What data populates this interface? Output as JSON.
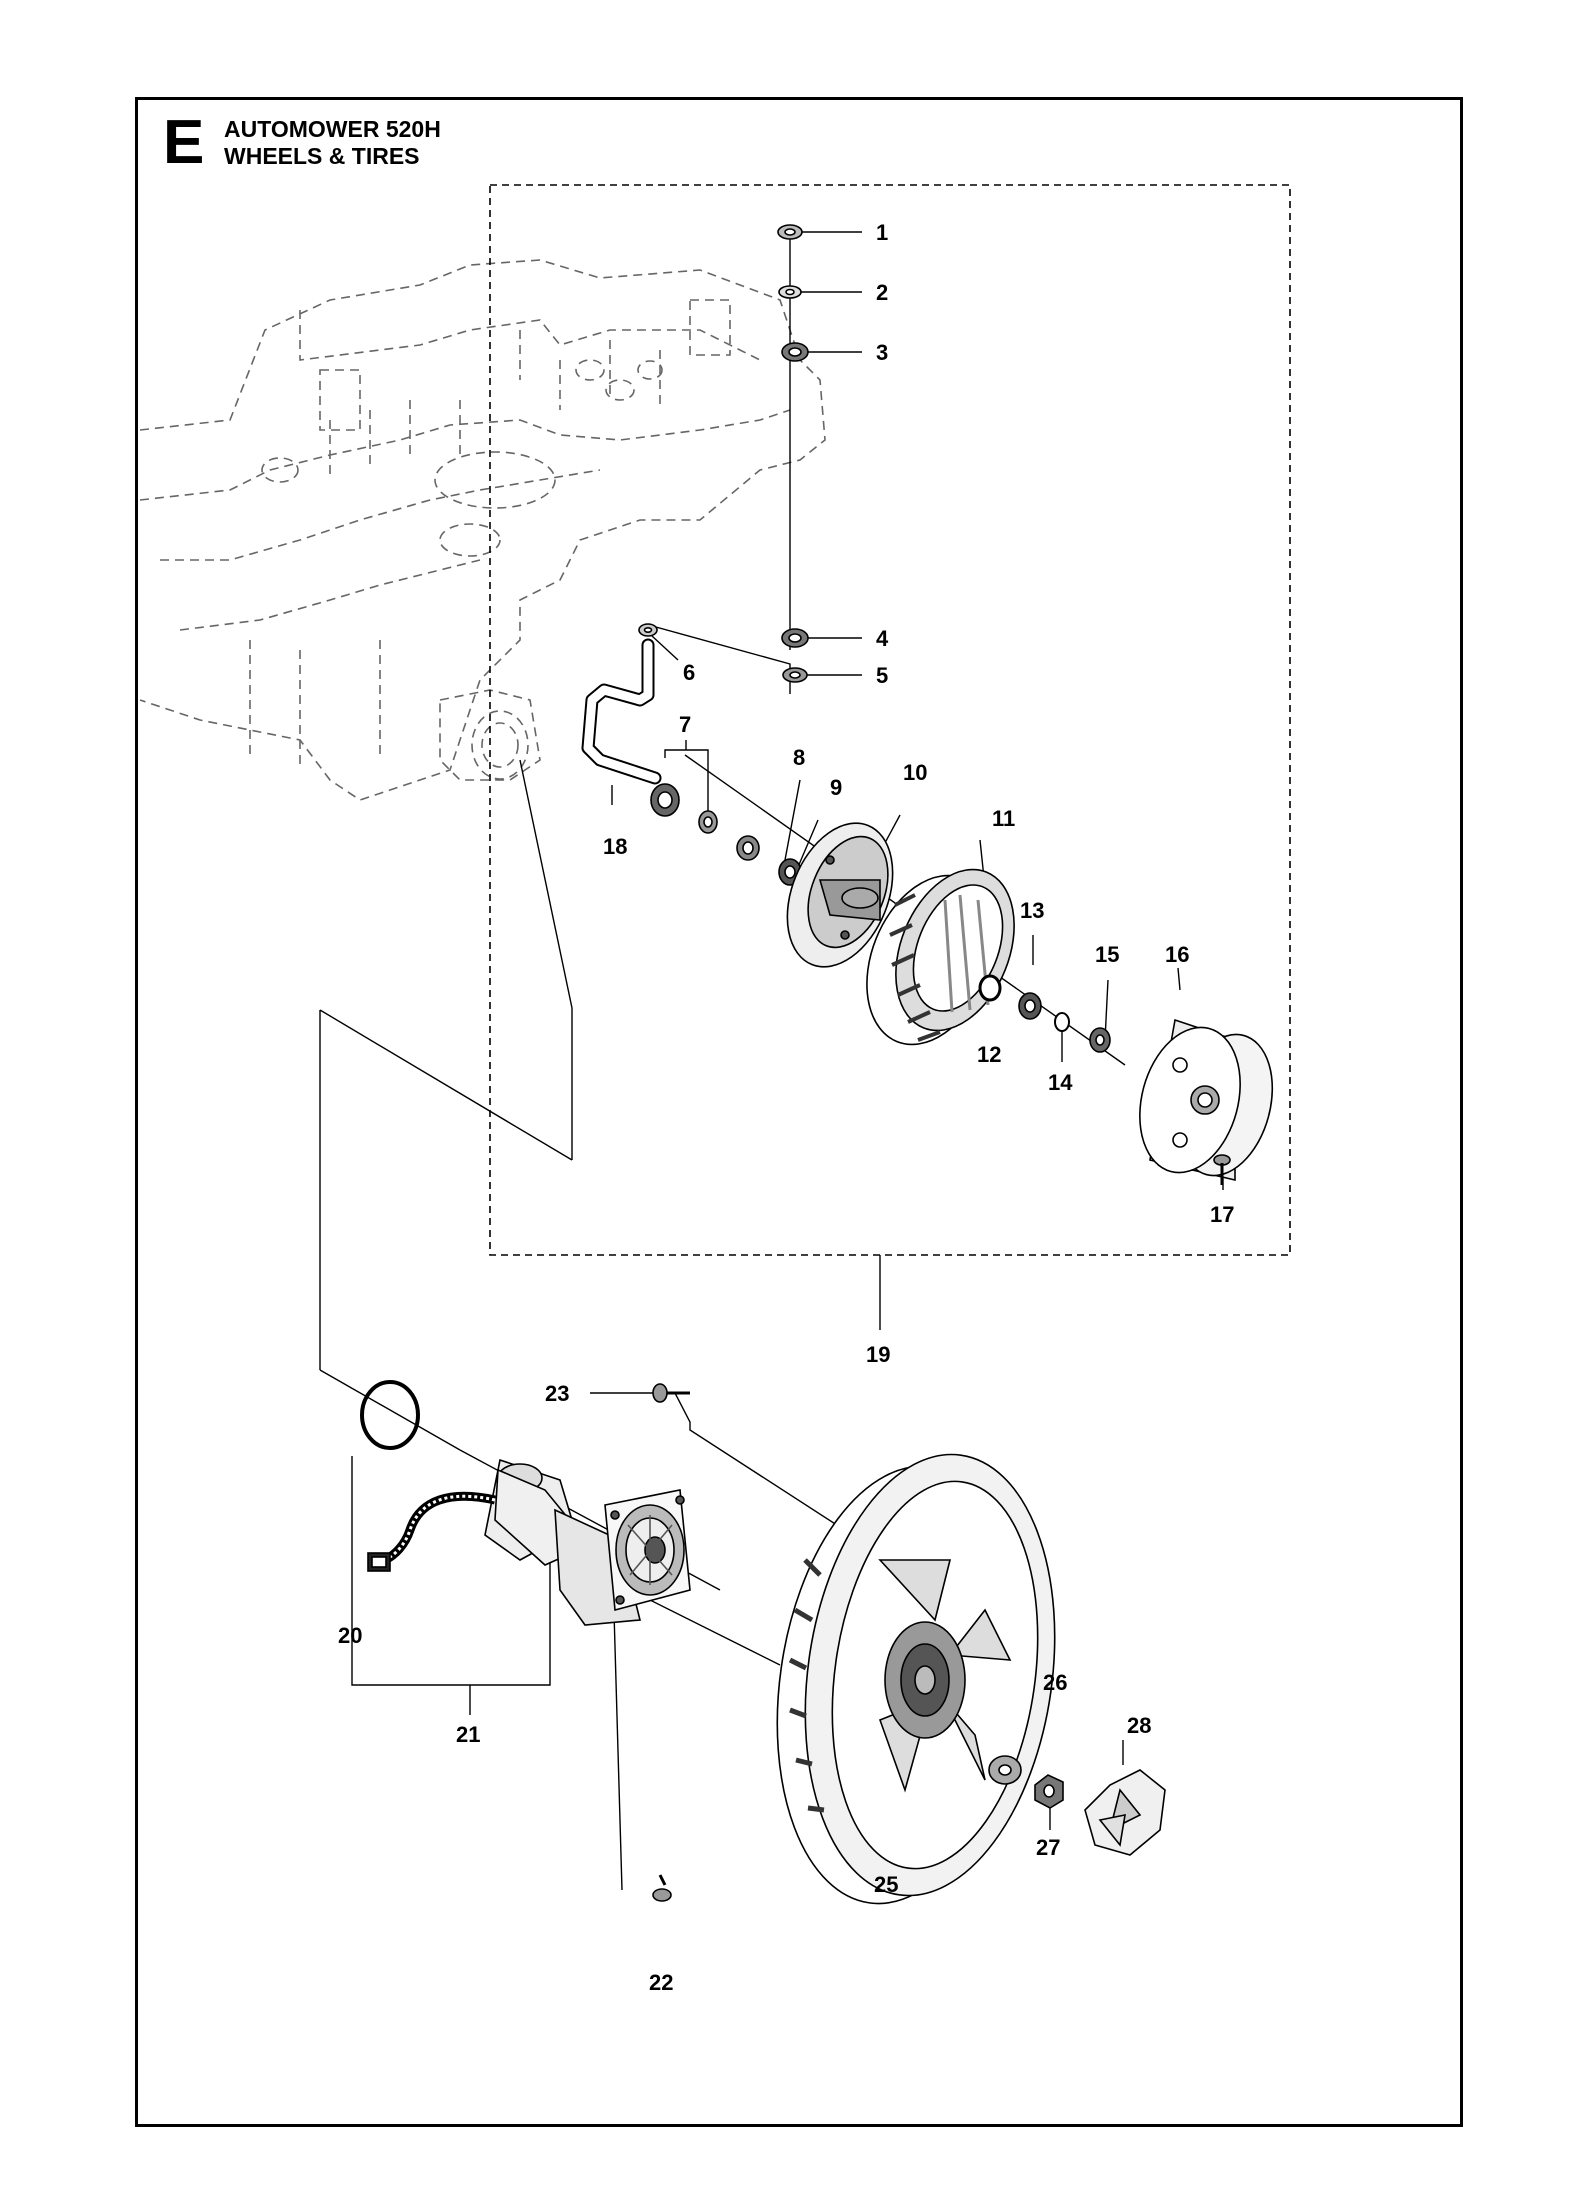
{
  "header": {
    "section_letter": "E",
    "title_line1": "AUTOMOWER 520H",
    "title_line2": "WHEELS & TIRES"
  },
  "callouts": [
    "1",
    "2",
    "3",
    "4",
    "5",
    "6",
    "7",
    "8",
    "9",
    "10",
    "11",
    "12",
    "13",
    "14",
    "15",
    "16",
    "17",
    "18",
    "19",
    "20",
    "21",
    "22",
    "23",
    "25",
    "26",
    "27",
    "28"
  ]
}
